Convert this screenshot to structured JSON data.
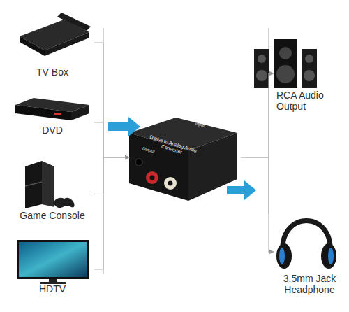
{
  "diagram": {
    "nodes": [
      {
        "text": [
          "TV Box"
        ]
      },
      {
        "text": [
          "DVD"
        ]
      },
      {
        "text": [
          "Game Console"
        ]
      },
      {
        "text": [
          "HDTV"
        ]
      },
      {
        "text": [
          "Digital to Analog Audio Converter",
          "Input",
          "Output"
        ]
      },
      {
        "text": [
          "RCA Audio Output"
        ]
      },
      {
        "text": [
          "3.5mm Jack Headphone"
        ]
      }
    ],
    "edges": [
      {
        "from": 0,
        "to": 4,
        "arrow": "to"
      },
      {
        "from": 1,
        "to": 4,
        "arrow": "to"
      },
      {
        "from": 2,
        "to": 4,
        "arrow": "to"
      },
      {
        "from": 3,
        "to": 4,
        "arrow": "to"
      },
      {
        "from": 4,
        "to": 5,
        "arrow": "to"
      },
      {
        "from": 4,
        "to": 6,
        "arrow": "to"
      }
    ]
  }
}
